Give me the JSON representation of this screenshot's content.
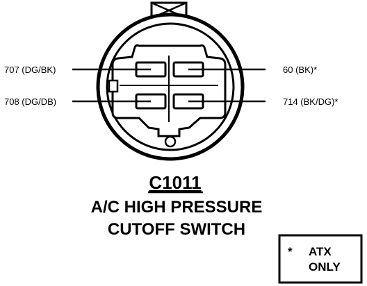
{
  "connector": {
    "id": "C1011",
    "name_line1": "A/C HIGH PRESSURE",
    "name_line2": "CUTOFF SWITCH"
  },
  "pins": [
    {
      "label": "707 (DG/BK)",
      "side": "left",
      "row": "top"
    },
    {
      "label": "708 (DG/DB)",
      "side": "left",
      "row": "bottom"
    },
    {
      "label": "60 (BK)*",
      "side": "right",
      "row": "top"
    },
    {
      "label": "714 (BK/DG)*",
      "side": "right",
      "row": "bottom"
    }
  ],
  "note": {
    "mark": "*",
    "line1": "ATX",
    "line2": "ONLY"
  }
}
